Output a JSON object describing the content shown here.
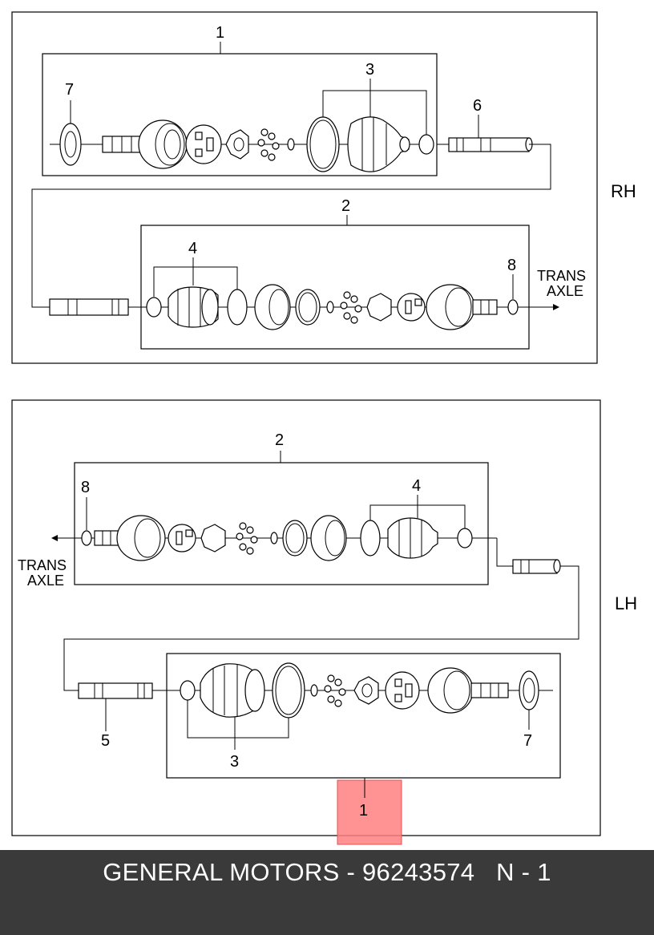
{
  "sections": {
    "rh": {
      "side_label": "RH",
      "callouts": {
        "c1": "1",
        "c2": "2",
        "c3": "3",
        "c4": "4",
        "c6": "6",
        "c7": "7",
        "c8": "8"
      },
      "trans_axle": [
        "TRANS",
        "AXLE"
      ]
    },
    "lh": {
      "side_label": "LH",
      "callouts": {
        "c1": "1",
        "c2": "2",
        "c3": "3",
        "c4": "4",
        "c5": "5",
        "c7": "7",
        "c8": "8"
      },
      "trans_axle": [
        "TRANS",
        "AXLE"
      ]
    }
  },
  "highlight": {
    "color": "#ff8080",
    "label": "1"
  },
  "footer": {
    "brand": "GENERAL MOTORS",
    "separator": " - ",
    "part_number": "96243574",
    "gap": "   ",
    "note": "N - 1",
    "background": "#3a3a3a"
  }
}
